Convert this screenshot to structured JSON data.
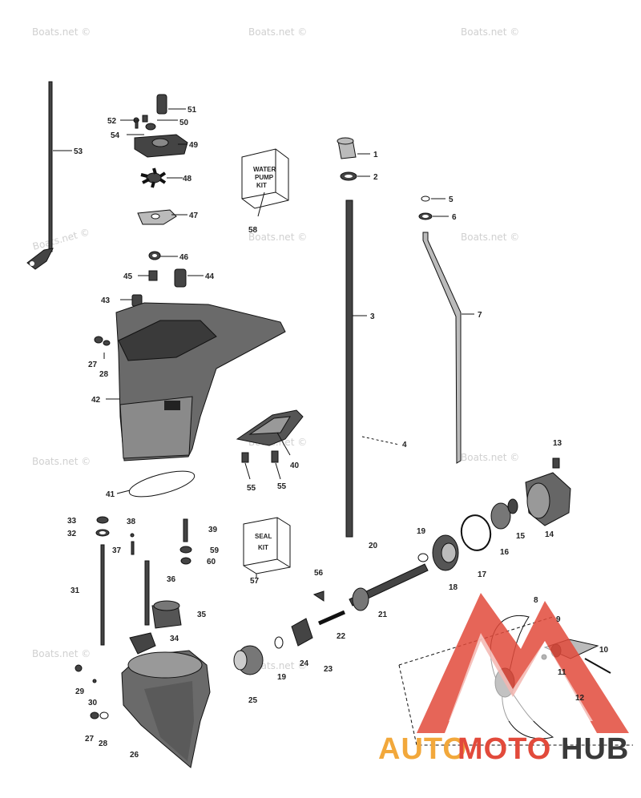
{
  "watermarks": [
    "Boats.net ©",
    "Boats.net ©",
    "Boats.net ©",
    "Boats.net ©",
    "Boats.net ©",
    "Boats.net ©",
    "Boats.net ©",
    "Boats.net ©",
    "Boats.net ©",
    "Boats.net ©",
    "Boats.net ©"
  ],
  "kits": {
    "water_pump": [
      "WATER",
      "PUMP",
      "KIT"
    ],
    "seal": [
      "SEAL",
      "KIT"
    ]
  },
  "logo": {
    "auto": "AUTO",
    "moto": "MOTO",
    "hub": "HUB",
    "colors": {
      "auto": "#f2a83b",
      "moto": "#e24a3b",
      "hub": "#3a3a3a",
      "triangle": "#e24a3b"
    }
  },
  "callouts": [
    "1",
    "2",
    "3",
    "4",
    "5",
    "6",
    "7",
    "8",
    "9",
    "10",
    "11",
    "12",
    "13",
    "14",
    "15",
    "16",
    "17",
    "18",
    "19",
    "19",
    "20",
    "21",
    "22",
    "23",
    "24",
    "25",
    "26",
    "27",
    "28",
    "27",
    "28",
    "29",
    "30",
    "31",
    "32",
    "33",
    "34",
    "35",
    "36",
    "37",
    "38",
    "39",
    "40",
    "41",
    "42",
    "43",
    "44",
    "45",
    "46",
    "47",
    "48",
    "49",
    "50",
    "51",
    "52",
    "53",
    "54",
    "55",
    "55",
    "56",
    "57",
    "58",
    "59",
    "60"
  ]
}
